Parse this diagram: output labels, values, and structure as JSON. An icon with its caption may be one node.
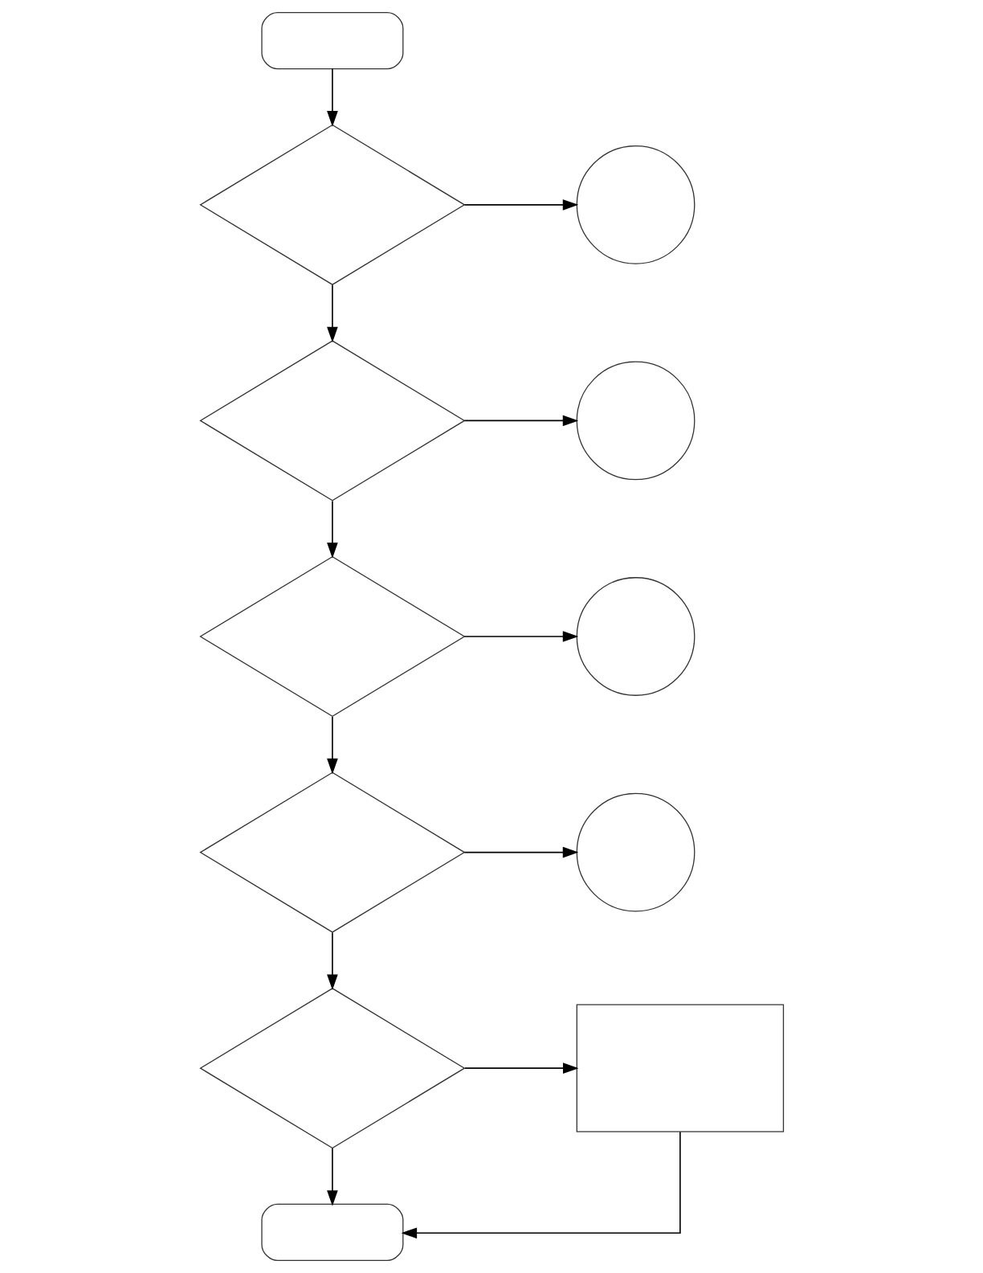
{
  "diagram": {
    "nodes": [
      {
        "text": [],
        "shape": "oval"
      },
      {
        "text": [],
        "shape": "diamond"
      },
      {
        "text": [],
        "shape": "circle"
      },
      {
        "text": [],
        "shape": "diamond"
      },
      {
        "text": [],
        "shape": "circle"
      },
      {
        "text": [],
        "shape": "diamond"
      },
      {
        "text": [],
        "shape": "circle"
      },
      {
        "text": [],
        "shape": "diamond"
      },
      {
        "text": [],
        "shape": "circle"
      },
      {
        "text": [],
        "shape": "diamond"
      },
      {
        "text": [],
        "shape": "box"
      },
      {
        "text": [],
        "shape": "oval"
      }
    ],
    "edges": [
      {
        "from": 0,
        "to": 1,
        "arrow": "to"
      },
      {
        "from": 1,
        "to": 2,
        "arrow": "to"
      },
      {
        "from": 1,
        "to": 3,
        "arrow": "to"
      },
      {
        "from": 3,
        "to": 4,
        "arrow": "to"
      },
      {
        "from": 3,
        "to": 5,
        "arrow": "to"
      },
      {
        "from": 5,
        "to": 6,
        "arrow": "to"
      },
      {
        "from": 5,
        "to": 7,
        "arrow": "to"
      },
      {
        "from": 7,
        "to": 8,
        "arrow": "to"
      },
      {
        "from": 7,
        "to": 9,
        "arrow": "to"
      },
      {
        "from": 9,
        "to": 10,
        "arrow": "to"
      },
      {
        "from": 9,
        "to": 11,
        "arrow": "to"
      },
      {
        "from": 10,
        "to": 11,
        "arrow": "to"
      }
    ]
  }
}
